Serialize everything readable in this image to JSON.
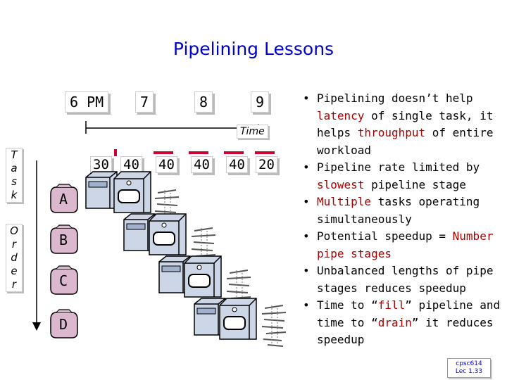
{
  "title": "Pipelining Lessons",
  "timeline": {
    "labels": [
      "6 PM",
      "7",
      "8",
      "9"
    ],
    "axis_label": "Time",
    "durations": [
      "30",
      "40",
      "40",
      "40",
      "40",
      "20"
    ]
  },
  "task_order_label": {
    "top": [
      "T",
      "a",
      "s",
      "k"
    ],
    "bottom": [
      "O",
      "r",
      "d",
      "e",
      "r"
    ]
  },
  "tasks": [
    "A",
    "B",
    "C",
    "D"
  ],
  "bullets": [
    {
      "parts": [
        {
          "t": "Pipelining doesn’t help "
        },
        {
          "t": "latency",
          "red": true
        },
        {
          "t": " of single task, it helps "
        },
        {
          "t": "throughput",
          "red": true
        },
        {
          "t": " of entire workload"
        }
      ]
    },
    {
      "parts": [
        {
          "t": "Pipeline rate limited by "
        },
        {
          "t": "slowest",
          "red": true
        },
        {
          "t": " pipeline stage"
        }
      ]
    },
    {
      "parts": [
        {
          "t": "Multiple",
          "red": true
        },
        {
          "t": " tasks operating simultaneously"
        }
      ]
    },
    {
      "parts": [
        {
          "t": "Potential speedup = "
        },
        {
          "t": "Number pipe stages",
          "red": true
        }
      ]
    },
    {
      "parts": [
        {
          "t": "Unbalanced lengths of pipe stages reduces speedup"
        }
      ]
    },
    {
      "parts": [
        {
          "t": "Time to “"
        },
        {
          "t": "fill",
          "red": true
        },
        {
          "t": "” pipeline and time to “"
        },
        {
          "t": "drain",
          "red": true
        },
        {
          "t": "” it reduces speedup"
        }
      ]
    }
  ],
  "footer": {
    "line1": "cpsc614",
    "line2": "Lec 1.33"
  },
  "colors": {
    "title": "#0000cc",
    "emphasis": "#aa0000",
    "stage_marker": "#cc0033"
  }
}
